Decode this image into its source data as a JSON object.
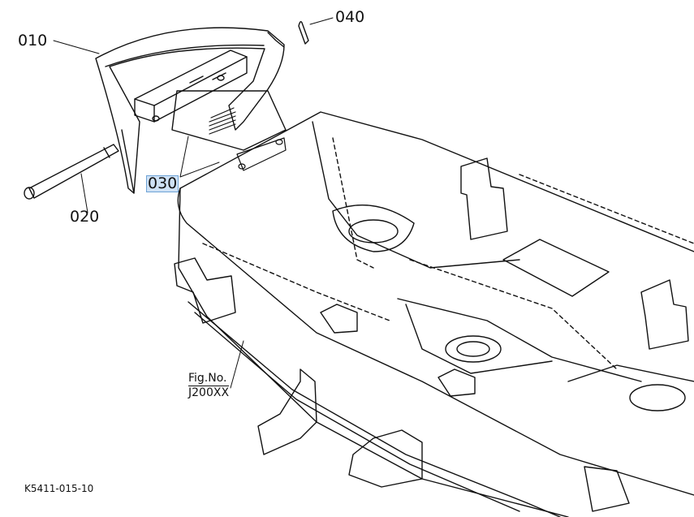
{
  "callouts": {
    "part_010": "010",
    "part_020": "020",
    "part_030": "030",
    "part_040": "040"
  },
  "fig_reference": {
    "line1": "Fig.No.",
    "line2": "J200XX"
  },
  "catalog_code": "K5411-015-10",
  "colors": {
    "line": "#111111",
    "selection_fill": "#cfe2f6",
    "selection_border": "#6ea3d6"
  }
}
